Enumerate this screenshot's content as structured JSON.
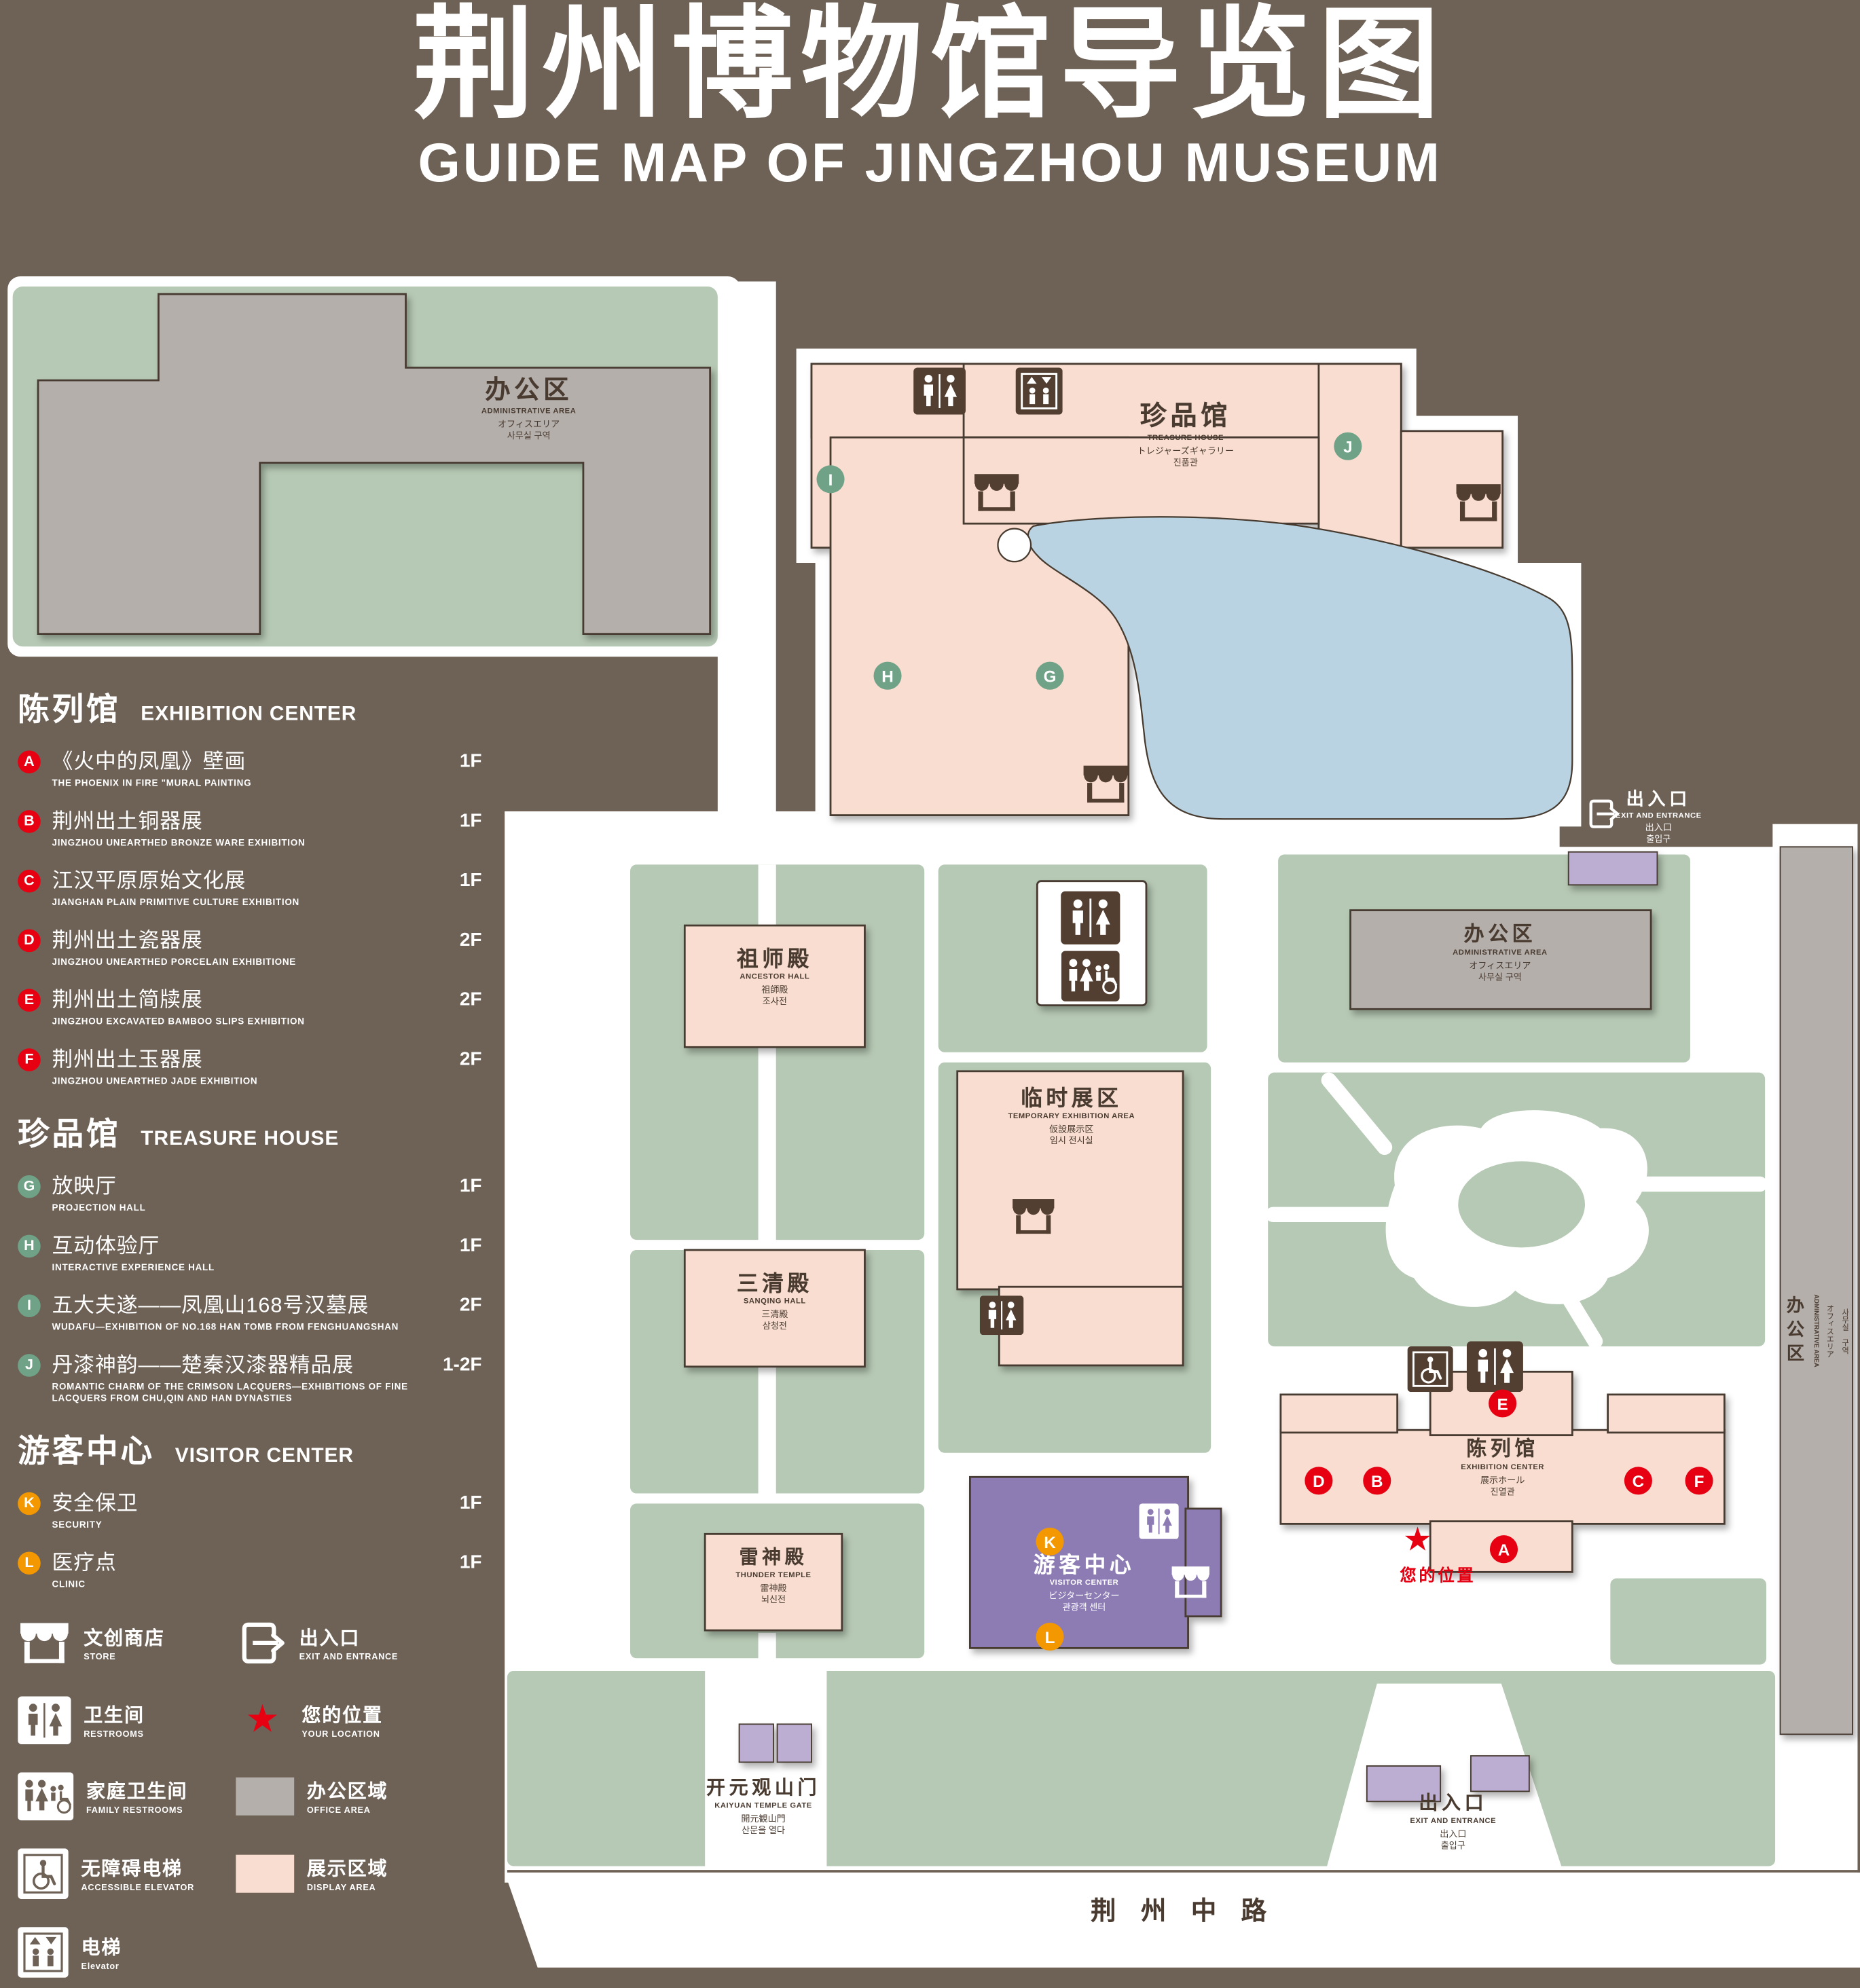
{
  "colors": {
    "background": "#6E6156",
    "ground_green": "#B6C9B4",
    "display_pink": "#F8DDD0",
    "office_gray": "#B4AFAB",
    "water_blue": "#B9D3E2",
    "visitor_purple": "#8D7CB4",
    "entrance_purple": "#BCAED2",
    "marker_red": "#E60012",
    "marker_green": "#6FA287",
    "marker_orange": "#F39800",
    "outline_brown": "#473B30"
  },
  "header": {
    "title_zh": "荆州博物馆导览图",
    "title_en": "GUIDE MAP OF JINGZHOU MUSEUM"
  },
  "legend": {
    "sections": [
      {
        "title_zh": "陈列馆",
        "title_en": "EXHIBITION CENTER",
        "badge_color": "#E60012",
        "items": [
          {
            "letter": "A",
            "zh": "《火中的凤凰》壁画",
            "en": "THE PHOENIX IN FIRE \"MURAL PAINTING",
            "floor": "1F"
          },
          {
            "letter": "B",
            "zh": "荆州出土铜器展",
            "en": "JINGZHOU UNEARTHED BRONZE WARE EXHIBITION",
            "floor": "1F"
          },
          {
            "letter": "C",
            "zh": "江汉平原原始文化展",
            "en": "JIANGHAN PLAIN PRIMITIVE CULTURE EXHIBITION",
            "floor": "1F"
          },
          {
            "letter": "D",
            "zh": "荆州出土瓷器展",
            "en": "JINGZHOU UNEARTHED PORCELAIN EXHIBITIONE",
            "floor": "2F"
          },
          {
            "letter": "E",
            "zh": "荆州出土简牍展",
            "en": "JINGZHOU EXCAVATED BAMBOO SLIPS EXHIBITION",
            "floor": "2F"
          },
          {
            "letter": "F",
            "zh": "荆州出土玉器展",
            "en": "JINGZHOU UNEARTHED JADE EXHIBITION",
            "floor": "2F"
          }
        ]
      },
      {
        "title_zh": "珍品馆",
        "title_en": "TREASURE HOUSE",
        "badge_color": "#6FA287",
        "items": [
          {
            "letter": "G",
            "zh": "放映厅",
            "en": "PROJECTION HALL",
            "floor": "1F"
          },
          {
            "letter": "H",
            "zh": "互动体验厅",
            "en": "INTERACTIVE EXPERIENCE HALL",
            "floor": "1F"
          },
          {
            "letter": "I",
            "zh": "五大夫遂——凤凰山168号汉墓展",
            "en": "WUDAFU—EXHIBITION OF NO.168 HAN TOMB FROM FENGHUANGSHAN",
            "floor": "2F"
          },
          {
            "letter": "J",
            "zh": "丹漆神韵——楚秦汉漆器精品展",
            "en": "ROMANTIC CHARM OF THE CRIMSON LACQUERS—EXHIBITIONS OF FINE LACQUERS FROM CHU,QIN AND HAN DYNASTIES",
            "floor": "1-2F"
          }
        ]
      },
      {
        "title_zh": "游客中心",
        "title_en": "VISITOR CENTER",
        "badge_color": "#F39800",
        "items": [
          {
            "letter": "K",
            "zh": "安全保卫",
            "en": "SECURITY",
            "floor": "1F"
          },
          {
            "letter": "L",
            "zh": "医疗点",
            "en": "CLINIC",
            "floor": "1F"
          }
        ]
      }
    ],
    "symbols": [
      {
        "icon": "store-icon",
        "zh": "文创商店",
        "en": "STORE"
      },
      {
        "icon": "exit-icon",
        "zh": "出入口",
        "en": "EXIT AND ENTRANCE"
      },
      {
        "icon": "restroom-icon",
        "zh": "卫生间",
        "en": "RESTROOMS"
      },
      {
        "icon": "location-star-icon",
        "zh": "您的位置",
        "en": "YOUR LOCATION"
      },
      {
        "icon": "family-restroom-icon",
        "zh": "家庭卫生间",
        "en": "FAMILY RESTROOMS"
      },
      {
        "icon": "office-area-swatch",
        "zh": "办公区域",
        "en": "OFFICE AREA"
      },
      {
        "icon": "accessible-elevator-icon",
        "zh": "无障碍电梯",
        "en": "ACCESSIBLE ELEVATOR"
      },
      {
        "icon": "display-area-swatch",
        "zh": "展示区域",
        "en": "DISPLAY AREA"
      },
      {
        "icon": "elevator-icon",
        "zh": "电梯",
        "en": "Elevator"
      }
    ]
  },
  "map": {
    "buildings": {
      "admin_nw": {
        "zh": "办公区",
        "en": "ADMINISTRATIVE AREA",
        "ja": "オフィスエリア",
        "ko": "사무실 구역"
      },
      "treasure_house": {
        "zh": "珍品馆",
        "en": "TREASURE HOUSE",
        "ja": "トレジャーズギャラリー",
        "ko": "진품관"
      },
      "ancestor_hall": {
        "zh": "祖师殿",
        "en": "ANCESTOR HALL",
        "ja": "祖師殿",
        "ko": "조사전"
      },
      "temporary_exhibition": {
        "zh": "临时展区",
        "en": "TEMPORARY EXHIBITION AREA",
        "ja": "仮設展示区",
        "ko": "임시 전시실"
      },
      "admin_east": {
        "zh": "办公区",
        "en": "ADMINISTRATIVE AREA",
        "ja": "オフィスエリア",
        "ko": "사무실 구역"
      },
      "sanqing_hall": {
        "zh": "三清殿",
        "en": "SANQING HALL",
        "ja": "三清殿",
        "ko": "삼청전"
      },
      "thunder_temple": {
        "zh": "雷神殿",
        "en": "THUNDER TEMPLE",
        "ja": "雷神殿",
        "ko": "뇌신전"
      },
      "visitor_center": {
        "zh": "游客中心",
        "en": "VISITOR CENTER",
        "ja": "ビジターセンター",
        "ko": "관광객 센터"
      },
      "exhibition_center": {
        "zh": "陈列馆",
        "en": "EXHIBITION CENTER",
        "ja": "展示ホール",
        "ko": "진열관"
      },
      "admin_strip": {
        "zh": "办公区",
        "en": "ADMINISTRATIVE AREA",
        "ja": "オフィスエリア",
        "ko": "사무실 구역"
      },
      "kaiyuan_gate": {
        "zh": "开元观山门",
        "en": "KAIYUAN TEMPLE GATE",
        "ja": "開元観山門",
        "ko": "산문을 열다"
      },
      "exit_northeast": {
        "zh": "出入口",
        "en": "EXIT AND ENTRANCE",
        "ja": "出入口",
        "ko": "출입구"
      },
      "exit_south": {
        "zh": "出入口",
        "en": "EXIT AND ENTRANCE",
        "ja": "出入口",
        "ko": "출입구"
      }
    },
    "your_location": "您的位置",
    "road": "荆 州 中 路",
    "markers": {
      "a": "A",
      "b": "B",
      "c": "C",
      "d": "D",
      "e": "E",
      "f": "F",
      "g": "G",
      "h": "H",
      "i": "I",
      "j": "J",
      "k": "K",
      "l": "L"
    }
  }
}
